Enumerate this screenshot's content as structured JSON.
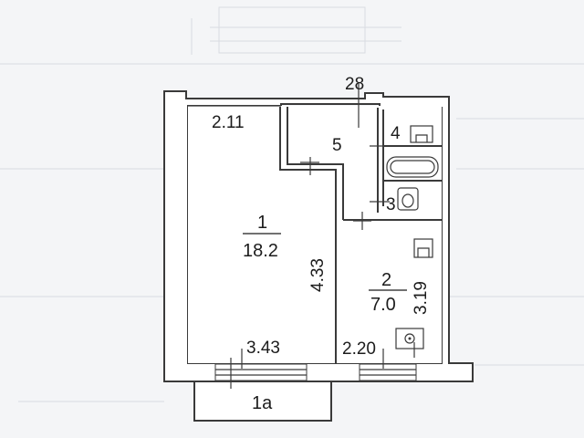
{
  "plan": {
    "top_marker": "28",
    "rooms": [
      {
        "number": "1",
        "area": "18.2"
      },
      {
        "number": "2",
        "area": "7.0"
      },
      {
        "number": "3"
      },
      {
        "number": "4"
      },
      {
        "number": "5"
      },
      {
        "number": "1а"
      }
    ],
    "dimensions": {
      "top_left": "2.11",
      "middle_vertical": "4.33",
      "right_vertical": "3.19",
      "bottom_left": "3.43",
      "bottom_right": "2.20"
    }
  }
}
